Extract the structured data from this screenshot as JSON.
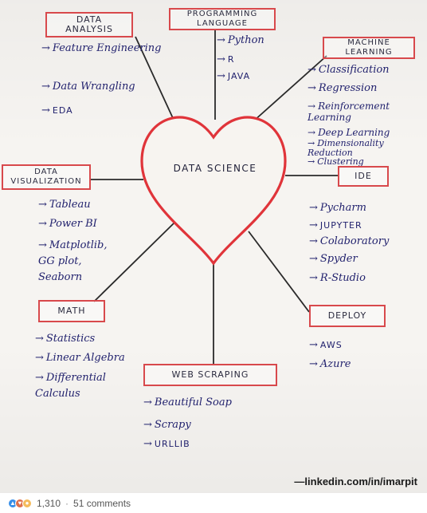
{
  "center": {
    "label": "DATA SCIENCE"
  },
  "branches": {
    "data_analysis": {
      "title": "DATA ANALYSIS",
      "items": [
        "Feature Engineering",
        "Data Wrangling",
        "EDA"
      ]
    },
    "programming_language": {
      "title": "PROGRAMMING LANGUAGE",
      "items": [
        "Python",
        "R",
        "JAVA"
      ]
    },
    "machine_learning": {
      "title": "MACHINE LEARNING",
      "items": [
        "Classification",
        "Regression",
        "Reinforcement Learning",
        "Deep Learning",
        "Dimensionality Reduction",
        "Clustering"
      ]
    },
    "data_visualization": {
      "title": "DATA VISUALIZATION",
      "items": [
        "Tableau",
        "Power BI",
        "Matplotlib, GG plot, Seaborn"
      ]
    },
    "ide": {
      "title": "IDE",
      "items": [
        "Pycharm",
        "JUPYTER",
        "Colaboratory",
        "Spyder",
        "R-Studio"
      ]
    },
    "math": {
      "title": "MATH",
      "items": [
        "Statistics",
        "Linear Algebra",
        "Differential Calculus"
      ]
    },
    "deploy": {
      "title": "DEPLOY",
      "items": [
        "AWS",
        "Azure"
      ]
    },
    "web_scraping": {
      "title": "WEB SCRAPING",
      "items": [
        "Beautiful Soap",
        "Scrapy",
        "URLLIB"
      ]
    }
  },
  "credit": "—linkedin.com/in/imarpit",
  "footer": {
    "reaction_count": "1,310",
    "comments": "51 comments"
  },
  "colors": {
    "heart": "#e0343a",
    "box_border": "#d8494c",
    "ink": "#22226e",
    "line": "#2a2a2a"
  }
}
